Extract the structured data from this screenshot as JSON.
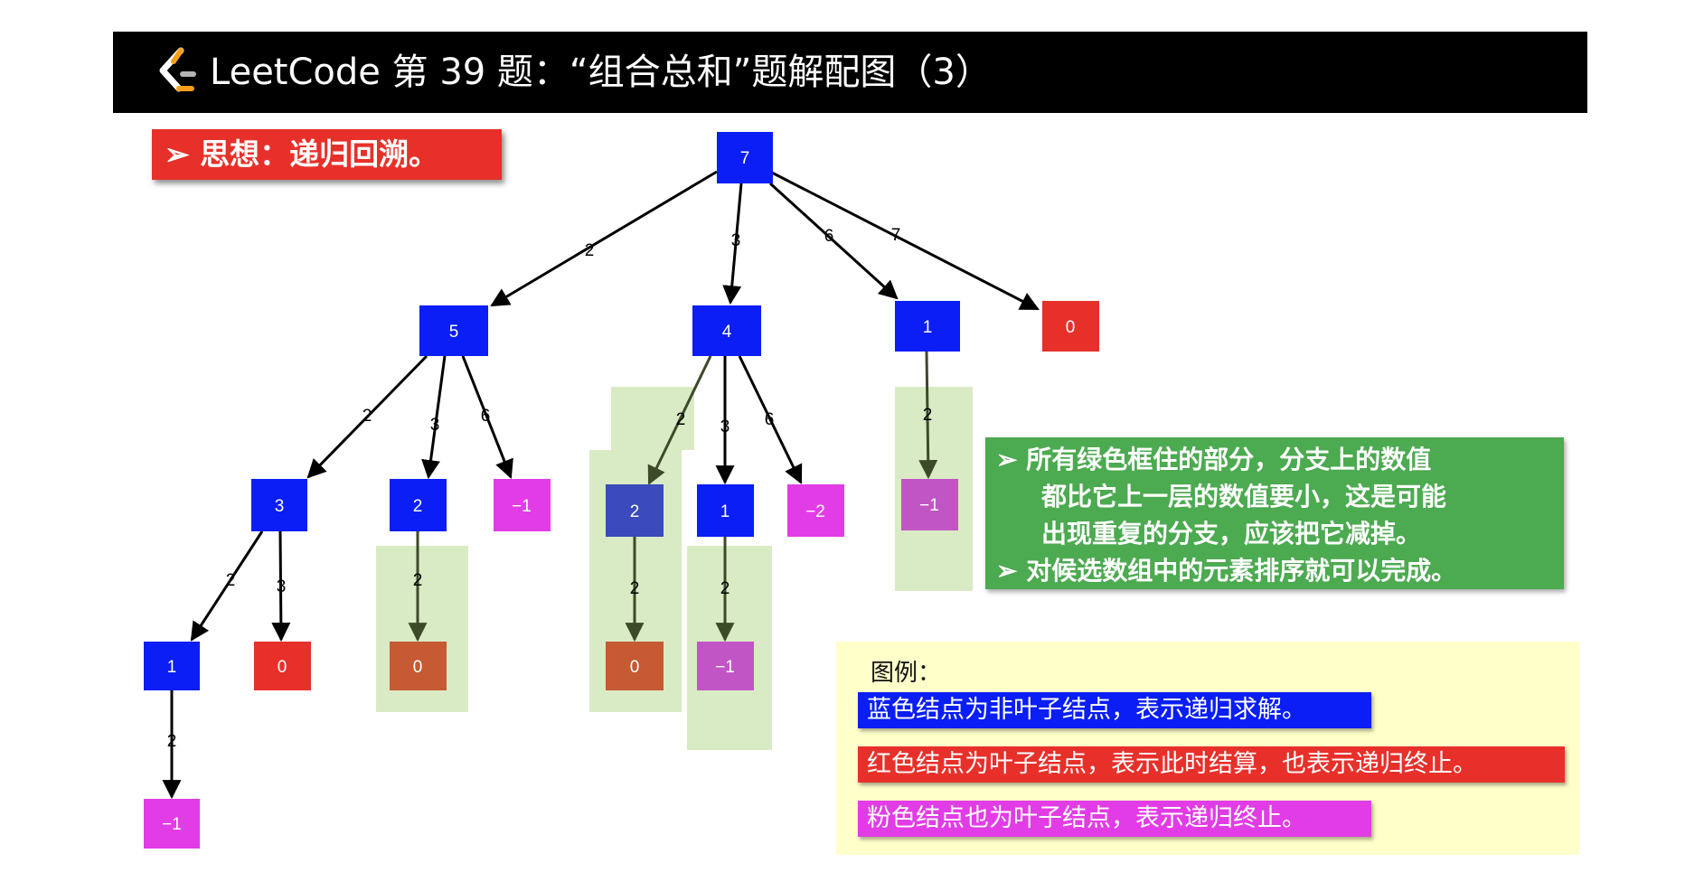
{
  "title": "LeetCode 第 39 题：“组合总和”题解配图（3）",
  "idea": "➢ 思想：递归回溯。",
  "nodes": [
    {
      "label": "7",
      "kind": "blue"
    },
    {
      "label": "5",
      "kind": "blue"
    },
    {
      "label": "4",
      "kind": "blue"
    },
    {
      "label": "1",
      "kind": "blue"
    },
    {
      "label": "0",
      "kind": "red"
    },
    {
      "label": "3",
      "kind": "blue"
    },
    {
      "label": "2",
      "kind": "blue"
    },
    {
      "label": "−1",
      "kind": "pink"
    },
    {
      "label": "2",
      "kind": "blue-dim"
    },
    {
      "label": "1",
      "kind": "blue"
    },
    {
      "label": "−2",
      "kind": "pink"
    },
    {
      "label": "−1",
      "kind": "pink-dim"
    },
    {
      "label": "1",
      "kind": "blue"
    },
    {
      "label": "0",
      "kind": "red"
    },
    {
      "label": "0",
      "kind": "red-dim"
    },
    {
      "label": "0",
      "kind": "red-dim"
    },
    {
      "label": "−1",
      "kind": "pink-dim"
    },
    {
      "label": "−1",
      "kind": "pink"
    }
  ],
  "edge_labels": [
    "2",
    "3",
    "6",
    "7",
    "2",
    "3",
    "6",
    "2",
    "3",
    "6",
    "2",
    "2",
    "3",
    "2",
    "2",
    "2",
    "2"
  ],
  "note": [
    "➢ 所有绿色框住的部分，分支上的数值",
    "都比它上一层的数值要小，这是可能",
    "出现重复的分支，应该把它减掉。",
    "➢ 对候选数组中的元素排序就可以完成。"
  ],
  "legend": {
    "title": "图例：",
    "items": [
      {
        "text": "蓝色结点为非叶子结点，表示递归求解。",
        "color": "#0a1ef5"
      },
      {
        "text": "红色结点为叶子结点，表示此时结算，也表示递归终止。",
        "color": "#e8302a"
      },
      {
        "text": "粉色结点也为叶子结点，表示递归终止。",
        "color": "#e23ce6"
      }
    ]
  },
  "colors": {
    "blue": "#0a1ef5",
    "blue-dim": "#3a4bbd",
    "red": "#e8302a",
    "red-dim": "#c65a32",
    "pink": "#e23ce6",
    "pink-dim": "#c155c5",
    "green-box": "#d9ebc4"
  }
}
